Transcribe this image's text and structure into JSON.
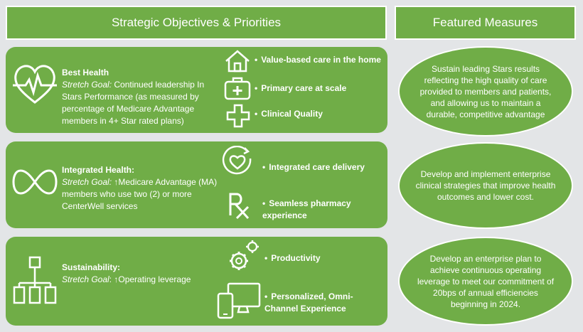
{
  "header": {
    "left_title": "Strategic Objectives & Priorities",
    "right_title": "Featured Measures"
  },
  "panels": [
    {
      "title": "Best Health",
      "stretch_label": "Stretch Goal:",
      "stretch_text": " Continued leadership In Stars Performance (as measured by percentage of Medicare Advantage members in 4+ Star rated plans)",
      "priorities": [
        "Value-based care in the home",
        "Primary care at scale",
        "Clinical Quality"
      ],
      "measure": "Sustain leading Stars results reflecting the high quality of care provided to members and patients, and allowing us to maintain a durable, competitive advantage"
    },
    {
      "title": "Integrated Health:",
      "stretch_label": "Stretch Goal:",
      "arrow": "↑",
      "stretch_text": "Medicare Advantage (MA) members who use two (2) or more CenterWell services",
      "priorities": [
        "Integrated care delivery",
        "Seamless pharmacy experience"
      ],
      "measure": "Develop and implement enterprise clinical strategies that improve health outcomes and lower cost."
    },
    {
      "title": "Sustainability:",
      "stretch_label": "Stretch Goal",
      "stretch_sep": ": ",
      "arrow": "↑",
      "stretch_text": "Operating leverage",
      "priorities": [
        "Productivity",
        "Personalized, Omni-Channel Experience"
      ],
      "measure": "Develop an enterprise plan to achieve continuous operating leverage to meet our commitment of 20bps of annual efficiencies beginning in 2024."
    }
  ],
  "bullet_char": "•",
  "colors": {
    "panel_green": "#70ad47",
    "background": "#e3e5e7",
    "text": "#ffffff"
  },
  "icons": [
    "heart-pulse-icon",
    "home-icon",
    "medical-kit-icon",
    "plus-cross-icon",
    "infinity-icon",
    "heart-cycle-icon",
    "rx-icon",
    "org-chart-icon",
    "gears-icon",
    "devices-icon"
  ]
}
